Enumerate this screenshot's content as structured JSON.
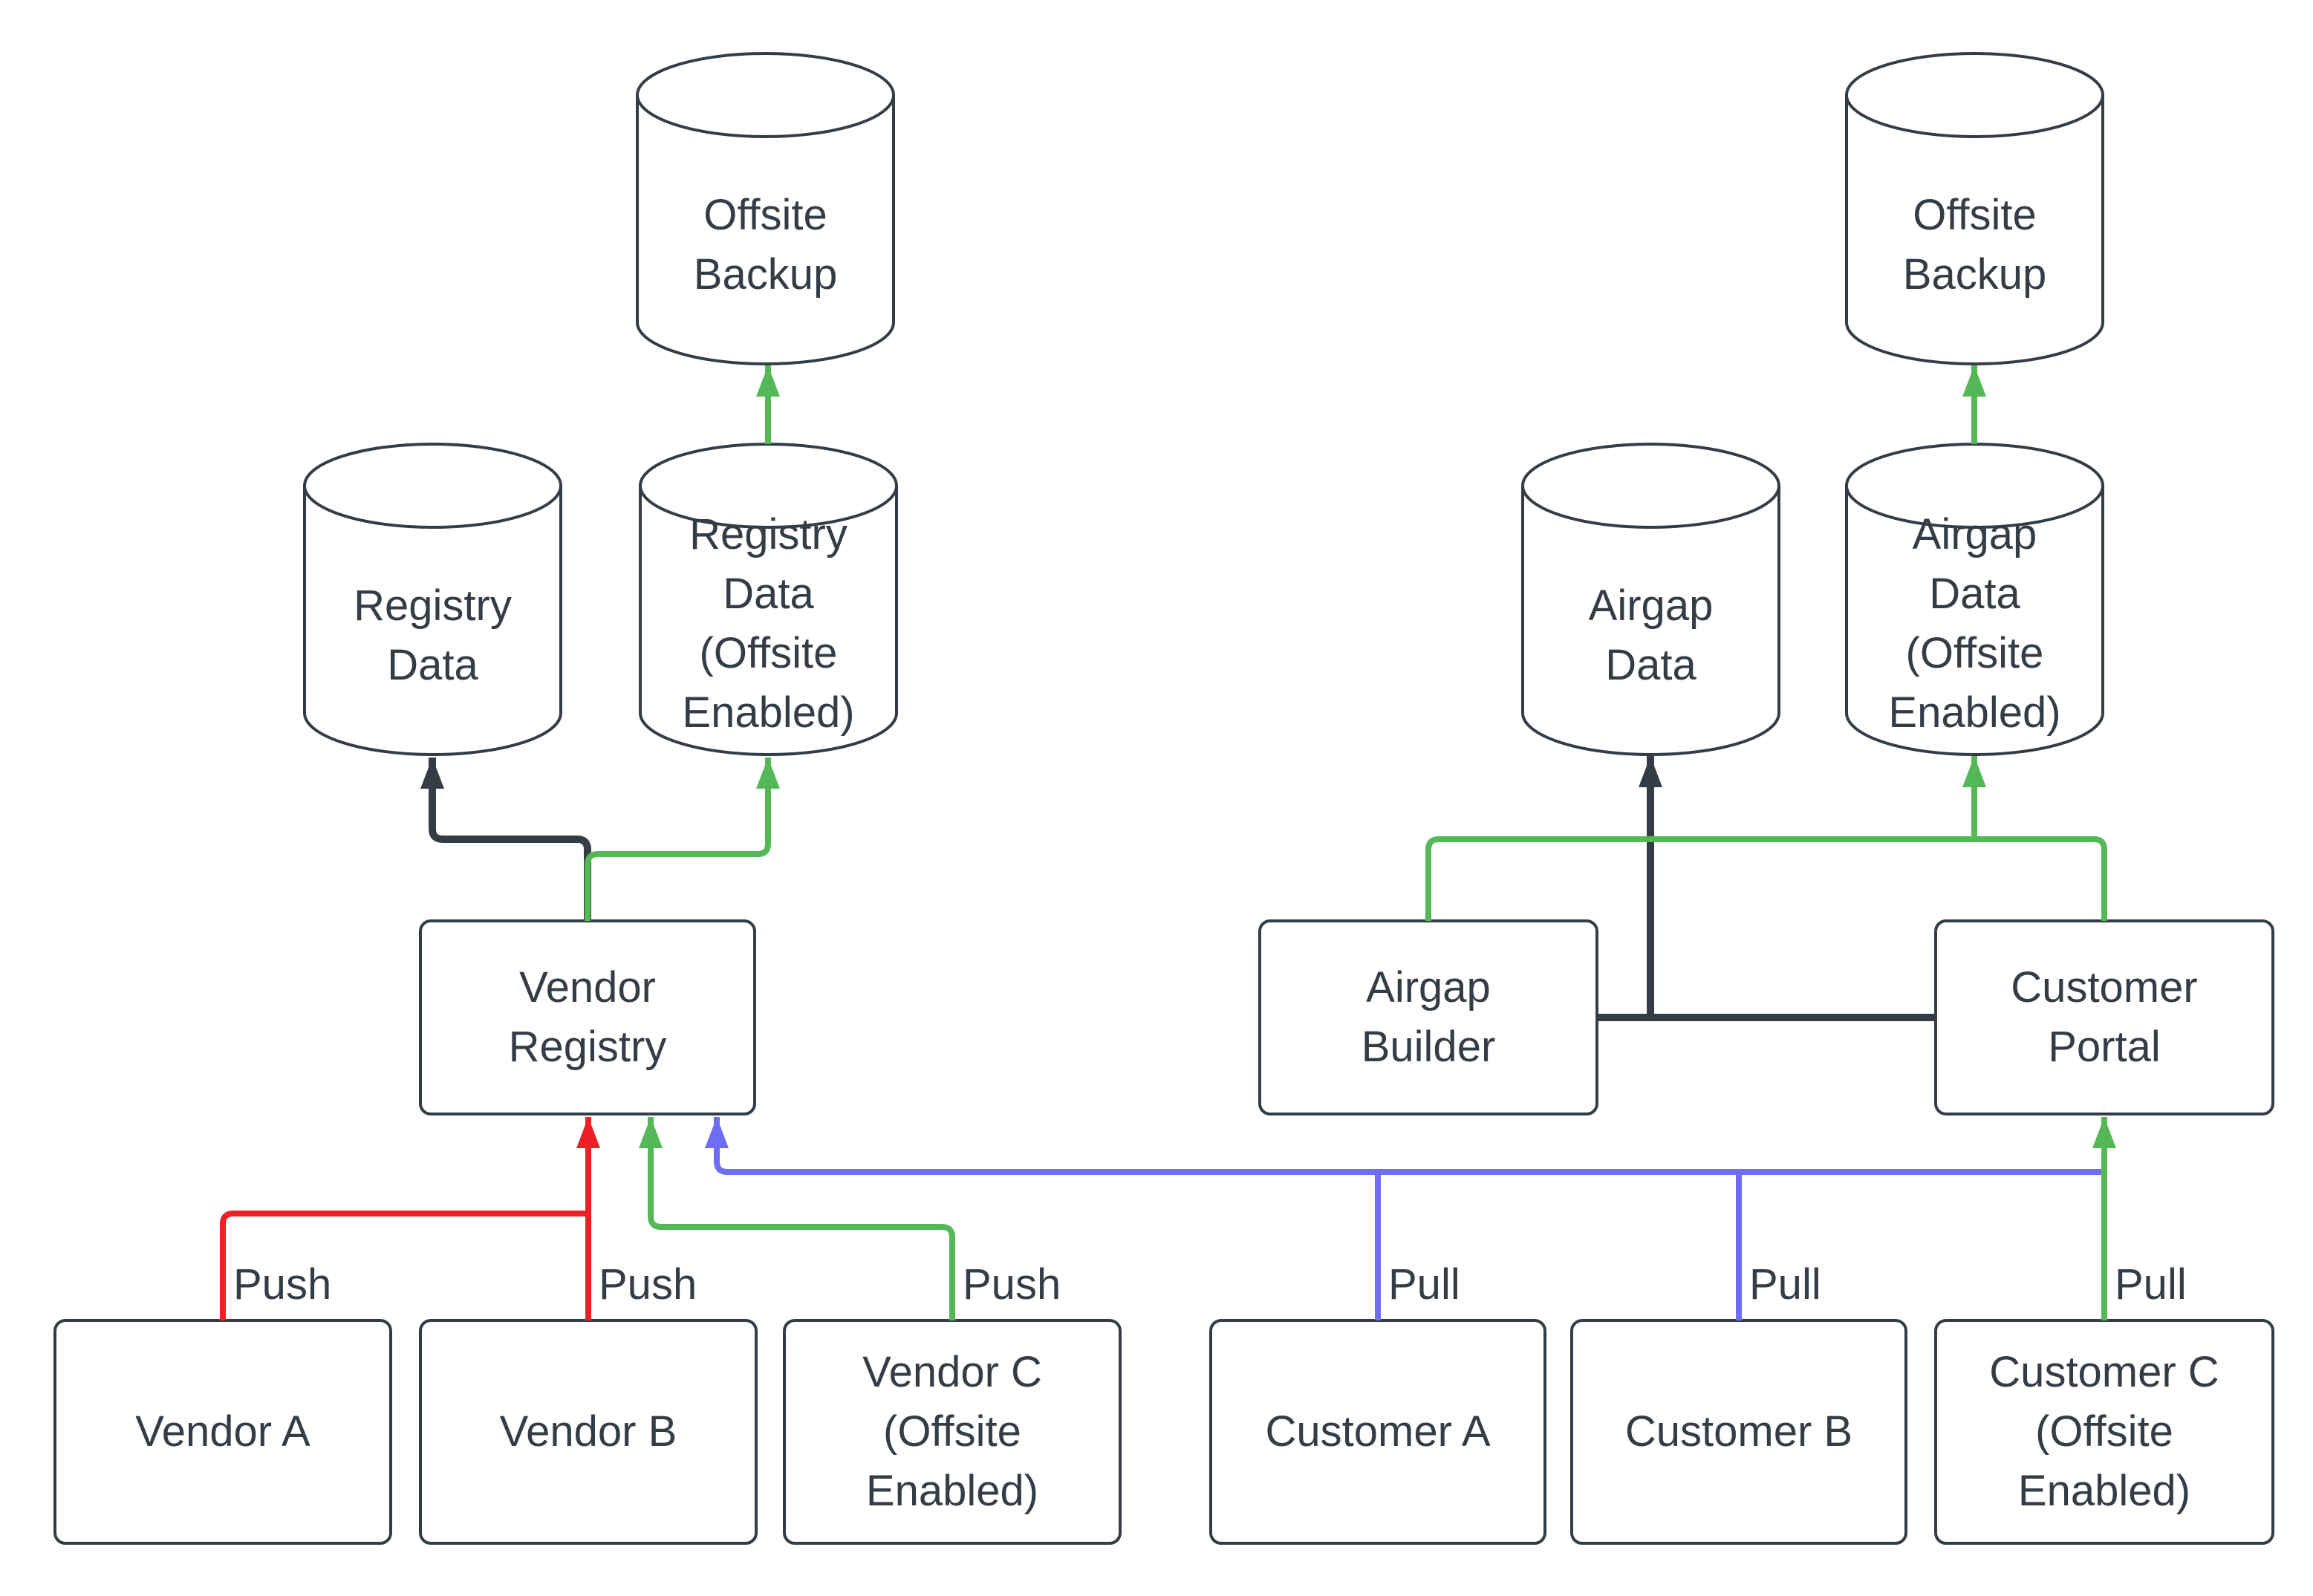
{
  "diagram": {
    "type": "architecture-flow-diagram",
    "background": "#ffffff",
    "colors": {
      "node_stroke": "#343c46",
      "node_fill": "#ffffff",
      "text": "#343c46",
      "push_vendor_ab": "#ec2025",
      "offsite_enabled_flow": "#54b857",
      "pull_customer_ab": "#6f6df4",
      "airgap_flow": "#343c46"
    },
    "nodes": {
      "offsite_backup_left": {
        "label": "Offsite\nBackup",
        "shape": "cylinder"
      },
      "registry_data": {
        "label": "Registry\nData",
        "shape": "cylinder"
      },
      "registry_data_offsite": {
        "label": "Registry\nData\n(Offsite\nEnabled)",
        "shape": "cylinder"
      },
      "airgap_data": {
        "label": "Airgap\nData",
        "shape": "cylinder"
      },
      "airgap_data_offsite": {
        "label": "Airgap\nData\n(Offsite\nEnabled)",
        "shape": "cylinder"
      },
      "offsite_backup_right": {
        "label": "Offsite\nBackup",
        "shape": "cylinder"
      },
      "vendor_registry": {
        "label": "Vendor\nRegistry",
        "shape": "rectangle"
      },
      "airgap_builder": {
        "label": "Airgap\nBuilder",
        "shape": "rectangle"
      },
      "customer_portal": {
        "label": "Customer\nPortal",
        "shape": "rectangle"
      },
      "vendor_a": {
        "label": "Vendor A",
        "shape": "rectangle"
      },
      "vendor_b": {
        "label": "Vendor B",
        "shape": "rectangle"
      },
      "vendor_c": {
        "label": "Vendor C\n(Offsite\nEnabled)",
        "shape": "rectangle"
      },
      "customer_a": {
        "label": "Customer A",
        "shape": "rectangle"
      },
      "customer_b": {
        "label": "Customer B",
        "shape": "rectangle"
      },
      "customer_c": {
        "label": "Customer C\n(Offsite\nEnabled)",
        "shape": "rectangle"
      }
    },
    "edge_labels": {
      "push_vendor_a": "Push",
      "push_vendor_b": "Push",
      "push_vendor_c": "Push",
      "pull_customer_a": "Pull",
      "pull_customer_b": "Pull",
      "pull_customer_c": "Pull"
    },
    "edges": [
      {
        "from": "vendor_a",
        "to": "vendor_registry",
        "label": "Push",
        "color": "#ec2025"
      },
      {
        "from": "vendor_b",
        "to": "vendor_registry",
        "label": "Push",
        "color": "#ec2025"
      },
      {
        "from": "vendor_c",
        "to": "vendor_registry",
        "label": "Push",
        "color": "#54b857"
      },
      {
        "from": "vendor_registry",
        "to": "registry_data",
        "label": "",
        "color": "#343c46"
      },
      {
        "from": "vendor_registry",
        "to": "registry_data_offsite",
        "label": "",
        "color": "#54b857"
      },
      {
        "from": "registry_data_offsite",
        "to": "offsite_backup_left",
        "label": "",
        "color": "#54b857"
      },
      {
        "from": "customer_a",
        "to": "vendor_registry",
        "label": "Pull",
        "color": "#6f6df4"
      },
      {
        "from": "customer_b",
        "to": "vendor_registry",
        "label": "Pull",
        "color": "#6f6df4"
      },
      {
        "from": "customer_c",
        "to": "customer_portal",
        "label": "Pull",
        "color": "#54b857"
      },
      {
        "from": "airgap_builder",
        "to": "airgap_data",
        "label": "",
        "color": "#343c46"
      },
      {
        "from": "customer_portal",
        "to": "airgap_data",
        "label": "",
        "color": "#343c46"
      },
      {
        "from": "airgap_builder",
        "to": "airgap_data_offsite",
        "label": "",
        "color": "#54b857"
      },
      {
        "from": "customer_portal",
        "to": "airgap_data_offsite",
        "label": "",
        "color": "#54b857"
      },
      {
        "from": "airgap_data_offsite",
        "to": "offsite_backup_right",
        "label": "",
        "color": "#54b857"
      }
    ]
  }
}
